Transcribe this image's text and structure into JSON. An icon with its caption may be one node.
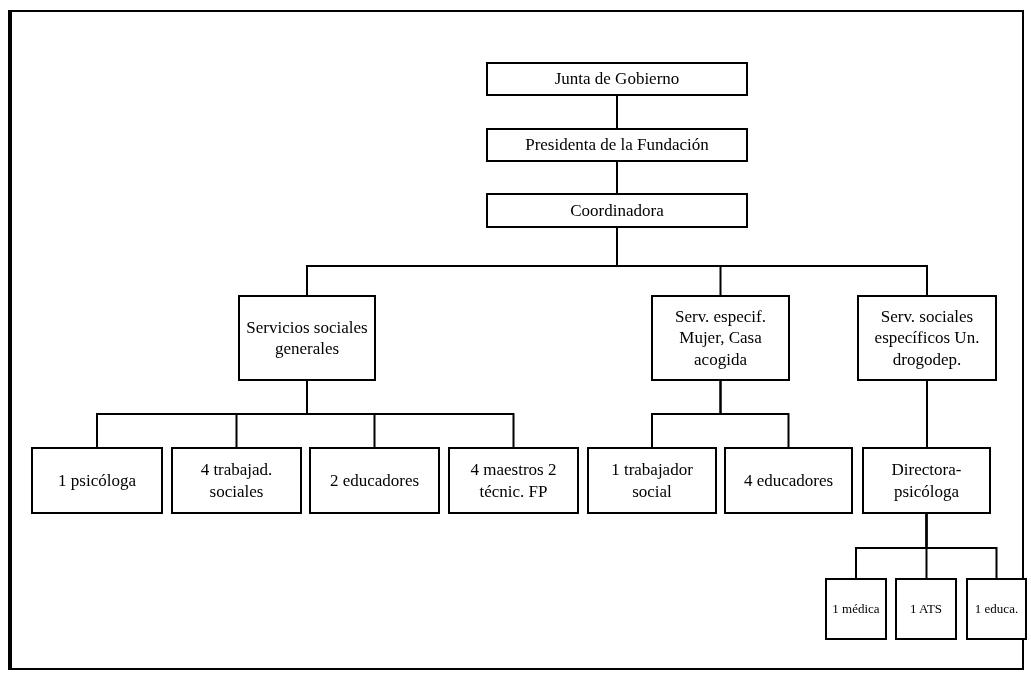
{
  "diagram": {
    "nodes": [
      {
        "text": [
          "Junta de Gobierno"
        ]
      },
      {
        "text": [
          "Presidenta de la Fundación"
        ]
      },
      {
        "text": [
          "Coordinadora"
        ]
      },
      {
        "text": [
          "Servicios sociales generales"
        ]
      },
      {
        "text": [
          "Serv. especif. Mujer, Casa acogida"
        ]
      },
      {
        "text": [
          "Serv. sociales específicos Un. drogodep."
        ]
      },
      {
        "text": [
          "1 psicóloga"
        ]
      },
      {
        "text": [
          "4 trabajad. sociales"
        ]
      },
      {
        "text": [
          "2 educadores"
        ]
      },
      {
        "text": [
          "4 maestros 2 técnic. FP"
        ]
      },
      {
        "text": [
          "1 trabajador social"
        ]
      },
      {
        "text": [
          "4 educadores"
        ]
      },
      {
        "text": [
          "Directora-psicóloga"
        ]
      },
      {
        "text": [
          "1 médica"
        ]
      },
      {
        "text": [
          "1 ATS"
        ]
      },
      {
        "text": [
          "1 educa."
        ]
      }
    ],
    "edges": [
      {
        "from": 0,
        "to": 1,
        "arrow": "none"
      },
      {
        "from": 1,
        "to": 2,
        "arrow": "none"
      },
      {
        "from": 2,
        "to": 3,
        "arrow": "none"
      },
      {
        "from": 2,
        "to": 4,
        "arrow": "none"
      },
      {
        "from": 2,
        "to": 5,
        "arrow": "none"
      },
      {
        "from": 3,
        "to": 6,
        "arrow": "none"
      },
      {
        "from": 3,
        "to": 7,
        "arrow": "none"
      },
      {
        "from": 3,
        "to": 8,
        "arrow": "none"
      },
      {
        "from": 3,
        "to": 9,
        "arrow": "none"
      },
      {
        "from": 4,
        "to": 10,
        "arrow": "none"
      },
      {
        "from": 4,
        "to": 11,
        "arrow": "none"
      },
      {
        "from": 5,
        "to": 12,
        "arrow": "none"
      },
      {
        "from": 12,
        "to": 13,
        "arrow": "none"
      },
      {
        "from": 12,
        "to": 14,
        "arrow": "none"
      },
      {
        "from": 12,
        "to": 15,
        "arrow": "none"
      }
    ]
  }
}
